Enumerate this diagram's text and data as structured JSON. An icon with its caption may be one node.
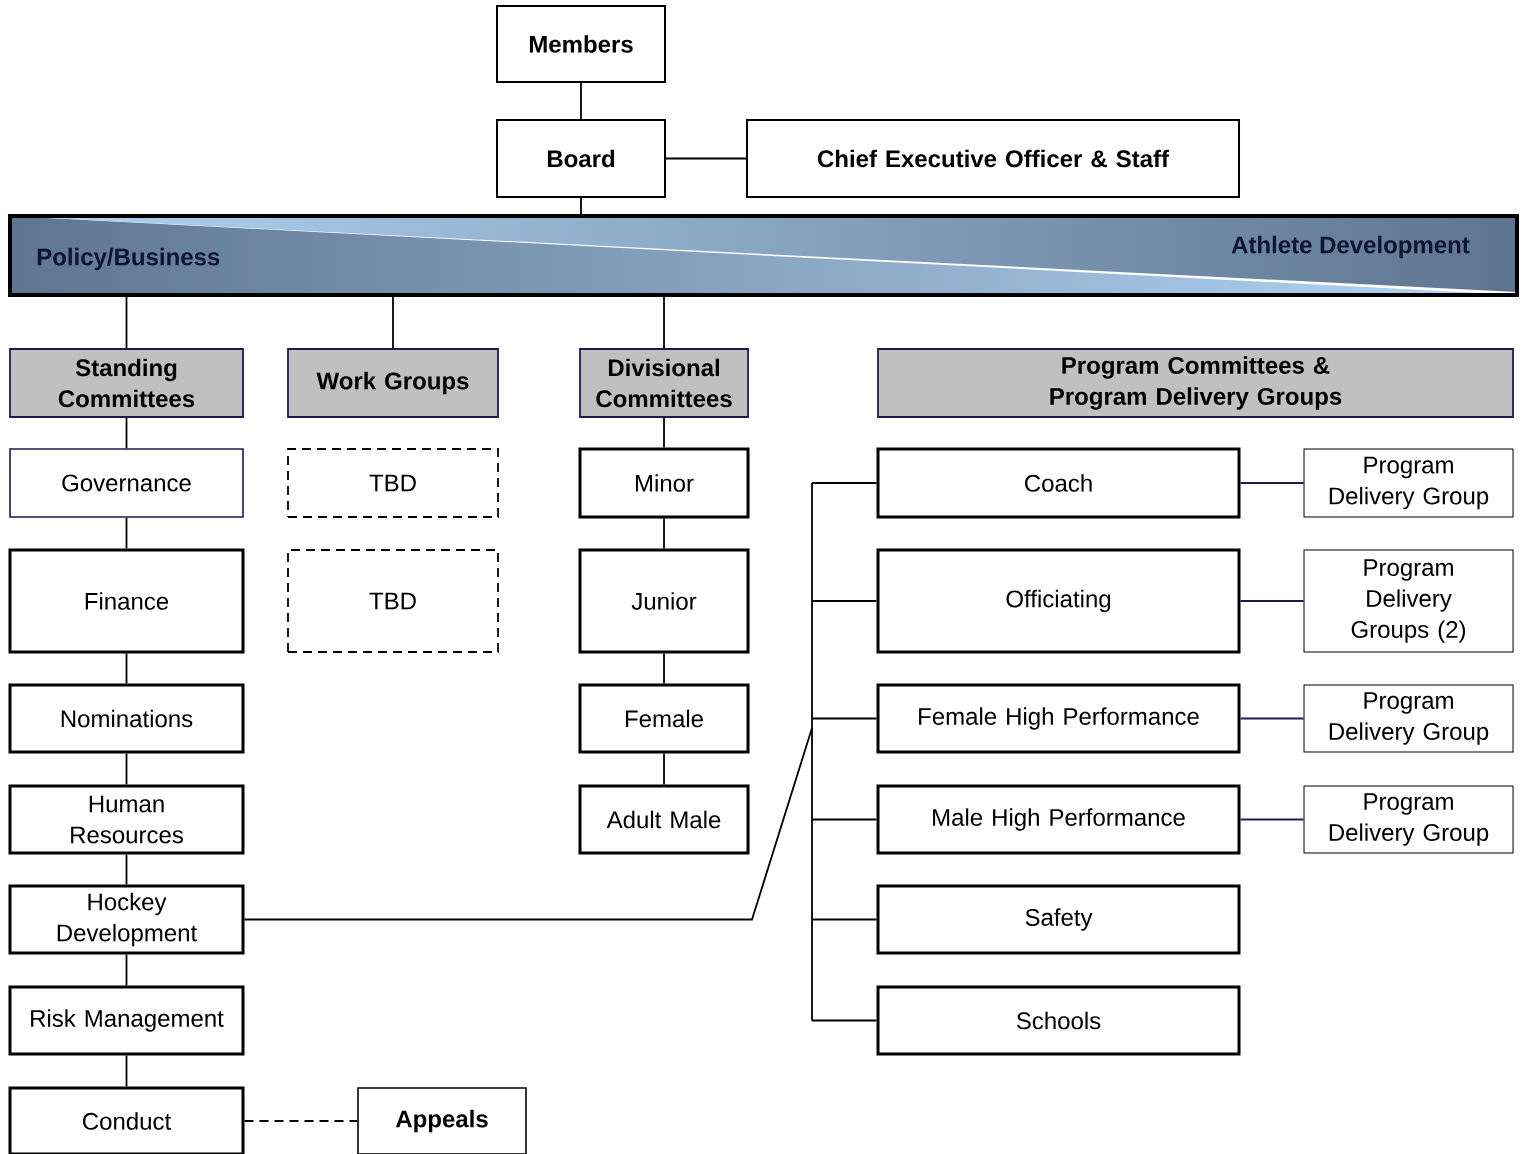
{
  "diagram": {
    "nodes": [
      {
        "text": [
          "Members"
        ]
      },
      {
        "text": [
          "Board"
        ]
      },
      {
        "text": [
          "Chief Executive Officer & Staff"
        ]
      },
      {
        "text": [
          "Policy/Business",
          "Athlete Development"
        ]
      },
      {
        "text": [
          "Standing Committees"
        ]
      },
      {
        "text": [
          "Work Groups"
        ]
      },
      {
        "text": [
          "Divisional Committees"
        ]
      },
      {
        "text": [
          "Program Committees & Program Delivery Groups"
        ]
      },
      {
        "text": [
          "Governance"
        ]
      },
      {
        "text": [
          "Finance"
        ]
      },
      {
        "text": [
          "Nominations"
        ]
      },
      {
        "text": [
          "Human Resources"
        ]
      },
      {
        "text": [
          "Hockey Development"
        ]
      },
      {
        "text": [
          "Risk Management"
        ]
      },
      {
        "text": [
          "Conduct"
        ]
      },
      {
        "text": [
          "Appeals"
        ]
      },
      {
        "text": [
          "TBD"
        ]
      },
      {
        "text": [
          "TBD"
        ]
      },
      {
        "text": [
          "Minor"
        ]
      },
      {
        "text": [
          "Junior"
        ]
      },
      {
        "text": [
          "Female"
        ]
      },
      {
        "text": [
          "Adult Male"
        ]
      },
      {
        "text": [
          "Coach"
        ]
      },
      {
        "text": [
          "Program Delivery Group"
        ]
      },
      {
        "text": [
          "Officiating"
        ]
      },
      {
        "text": [
          "Program Delivery Groups (2)"
        ]
      },
      {
        "text": [
          "Female High Performance"
        ]
      },
      {
        "text": [
          "Program Delivery Group"
        ]
      },
      {
        "text": [
          "Male High Performance"
        ]
      },
      {
        "text": [
          "Program Delivery Group"
        ]
      },
      {
        "text": [
          "Safety"
        ]
      },
      {
        "text": [
          "Schools"
        ]
      }
    ],
    "edges": [
      {
        "from": 0,
        "to": 1,
        "arrow": "none"
      },
      {
        "from": 1,
        "to": 2,
        "arrow": "none"
      },
      {
        "from": 1,
        "to": 3,
        "arrow": "none"
      },
      {
        "from": 3,
        "to": 4,
        "arrow": "none"
      },
      {
        "from": 3,
        "to": 5,
        "arrow": "none"
      },
      {
        "from": 3,
        "to": 6,
        "arrow": "none"
      },
      {
        "from": 4,
        "to": 8,
        "arrow": "none"
      },
      {
        "from": 8,
        "to": 9,
        "arrow": "none"
      },
      {
        "from": 9,
        "to": 10,
        "arrow": "none"
      },
      {
        "from": 10,
        "to": 11,
        "arrow": "none"
      },
      {
        "from": 11,
        "to": 12,
        "arrow": "none"
      },
      {
        "from": 12,
        "to": 13,
        "arrow": "none"
      },
      {
        "from": 13,
        "to": 14,
        "arrow": "none"
      },
      {
        "from": 14,
        "to": 15,
        "arrow": "none",
        "style": "dashed"
      },
      {
        "from": 6,
        "to": 18,
        "arrow": "none"
      },
      {
        "from": 18,
        "to": 19,
        "arrow": "none"
      },
      {
        "from": 19,
        "to": 20,
        "arrow": "none"
      },
      {
        "from": 20,
        "to": 21,
        "arrow": "none"
      },
      {
        "from": 12,
        "to": 22,
        "arrow": "none"
      },
      {
        "from": 12,
        "to": 24,
        "arrow": "none"
      },
      {
        "from": 12,
        "to": 26,
        "arrow": "none"
      },
      {
        "from": 12,
        "to": 28,
        "arrow": "none"
      },
      {
        "from": 12,
        "to": 30,
        "arrow": "none"
      },
      {
        "from": 12,
        "to": 31,
        "arrow": "none"
      },
      {
        "from": 22,
        "to": 23,
        "arrow": "none",
        "color": "#1f1a4f"
      },
      {
        "from": 24,
        "to": 25,
        "arrow": "none",
        "color": "#1f1a4f"
      },
      {
        "from": 26,
        "to": 27,
        "arrow": "none",
        "color": "#1f1a4f"
      },
      {
        "from": 28,
        "to": 29,
        "arrow": "none",
        "color": "#1f1a4f"
      }
    ]
  }
}
